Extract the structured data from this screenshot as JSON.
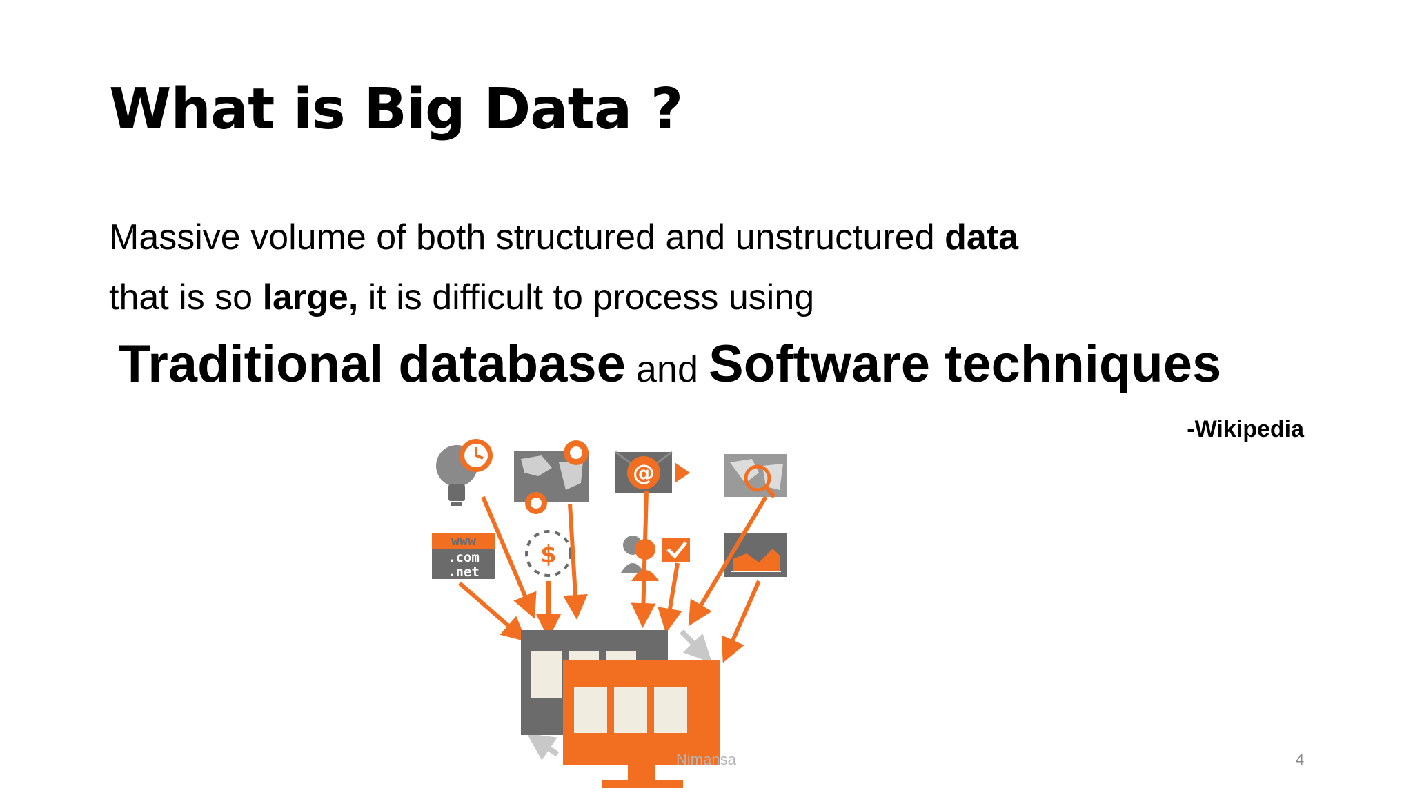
{
  "slide": {
    "title": "What is Big Data ?",
    "line1_text": "Massive volume of both structured and unstructured ",
    "line1_bold": "data",
    "line2_pre": "that is so ",
    "line2_bold": "large,",
    "line2_post": " it is difficult to process using",
    "line3_bold_a": "Traditional database",
    "line3_and": " and ",
    "line3_bold_b": "Software techniques",
    "attribution": "-Wikipedia",
    "footer_center": "Nimansa",
    "page_number": "4"
  },
  "illustration": {
    "www_lines": [
      "www",
      ".com",
      ".net"
    ],
    "accent_color": "#f26f21",
    "gray_color": "#6b6b6b",
    "icons": [
      "lightbulb-clock-icon",
      "world-map-pin-icon",
      "email-at-icon",
      "map-search-icon",
      "www-domain-icon",
      "dollar-cycle-icon",
      "people-checklist-icon",
      "chart-icon",
      "database-screens-icon"
    ]
  }
}
